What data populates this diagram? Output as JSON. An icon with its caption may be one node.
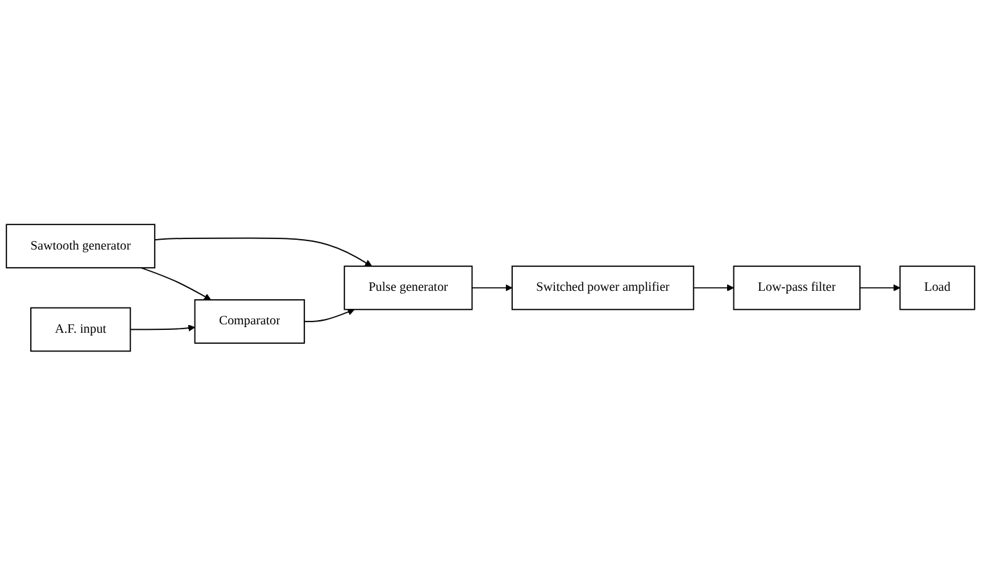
{
  "diagram": {
    "nodes": [
      {
        "text": [
          "Sawtooth generator"
        ]
      },
      {
        "text": [
          "Pulse generator"
        ]
      },
      {
        "text": [
          "Switched power amplifier"
        ]
      },
      {
        "text": [
          "Comparator"
        ]
      },
      {
        "text": [
          "Low-pass filter"
        ]
      },
      {
        "text": [
          "A.F. input"
        ]
      },
      {
        "text": [
          "Load"
        ]
      }
    ],
    "edges": [
      {
        "from": 0,
        "to": 1,
        "arrow": "to"
      },
      {
        "from": 1,
        "to": 2,
        "arrow": "to"
      },
      {
        "from": 0,
        "to": 3,
        "arrow": "to"
      },
      {
        "from": 3,
        "to": 1,
        "arrow": "to"
      },
      {
        "from": 5,
        "to": 3,
        "arrow": "to"
      },
      {
        "from": 2,
        "to": 4,
        "arrow": "to"
      },
      {
        "from": 4,
        "to": 6,
        "arrow": "to"
      }
    ]
  }
}
